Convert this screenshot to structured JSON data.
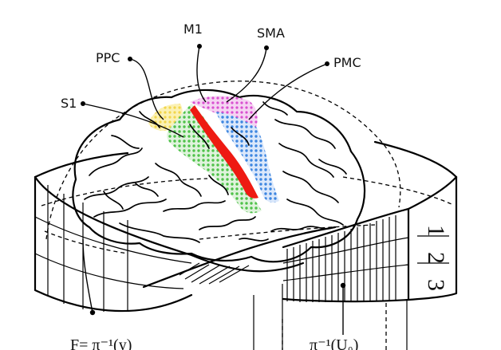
{
  "labels": {
    "m1": "M1",
    "sma": "SMA",
    "ppc": "PPC",
    "pmc": "PMC",
    "s1": "S1"
  },
  "band_numbers": [
    "1",
    "2",
    "3"
  ],
  "formulas": {
    "left": "F= π⁻¹(y)",
    "right": "π⁻¹(U₀)"
  },
  "colors": {
    "ppc": "#f2d64b",
    "sma": "#d94fd0",
    "m1_stripe": "#ee1a12",
    "s1": "#4fc24a",
    "pmc": "#3d86e0",
    "line": "#000000"
  }
}
